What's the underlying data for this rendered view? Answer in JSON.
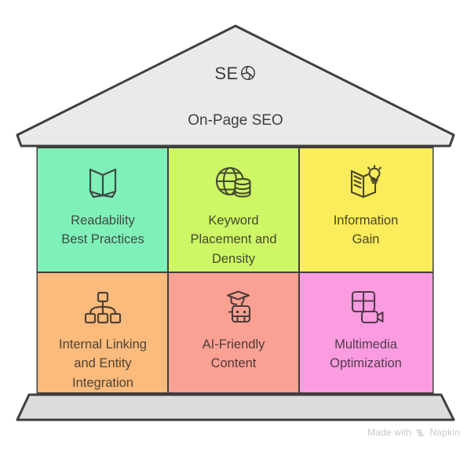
{
  "diagram": {
    "type": "house-diagram",
    "roof": {
      "logo_text": "SE",
      "logo_icon": "globe-icon",
      "logo_full": "SEO",
      "title": "On-Page SEO"
    },
    "base": {
      "label": ""
    },
    "cells": [
      {
        "id": "readability-best-practices",
        "label": "Readability\nBest Practices",
        "line1": "Readability",
        "line2": "Best Practices",
        "line3": "",
        "icon": "open-book-icon",
        "bg": "#7FF0B8",
        "text_color": "#3f4a44"
      },
      {
        "id": "keyword-placement-and-density",
        "label": "Keyword\nPlacement and\nDensity",
        "line1": "Keyword",
        "line2": "Placement and",
        "line3": "Density",
        "icon": "globe-database-icon",
        "bg": "#CDF765",
        "text_color": "#45492f"
      },
      {
        "id": "information-gain",
        "label": "Information\nGain",
        "line1": "Information",
        "line2": "Gain",
        "line3": "",
        "icon": "book-lightbulb-icon",
        "bg": "#FAEC5A",
        "text_color": "#4a4728"
      },
      {
        "id": "internal-linking-and-entity-integration",
        "label": "Internal Linking\nand Entity\nIntegration",
        "line1": "Internal Linking",
        "line2": "and Entity",
        "line3": "Integration",
        "icon": "sitemap-hierarchy-icon",
        "bg": "#FBBB7C",
        "text_color": "#4e4336"
      },
      {
        "id": "ai-friendly-content",
        "label": "AI-Friendly\nContent",
        "line1": "AI-Friendly",
        "line2": "Content",
        "line3": "",
        "icon": "robot-graduate-icon",
        "bg": "#FBA194",
        "text_color": "#4e3a38"
      },
      {
        "id": "multimedia-optimization",
        "label": "Multimedia\nOptimization",
        "line1": "Multimedia",
        "line2": "Optimization",
        "line3": "",
        "icon": "media-grid-video-icon",
        "bg": "#FB9BE0",
        "text_color": "#503c4b"
      }
    ],
    "colors": {
      "roof_fill": "#EAEAEA",
      "base_fill": "#DCDCDC",
      "outline": "#3f3f3f",
      "background": "#FFFFFF"
    }
  },
  "watermark": {
    "prefix": "Made with",
    "brand": "Napkin",
    "icon": "napkin-logo-icon"
  }
}
